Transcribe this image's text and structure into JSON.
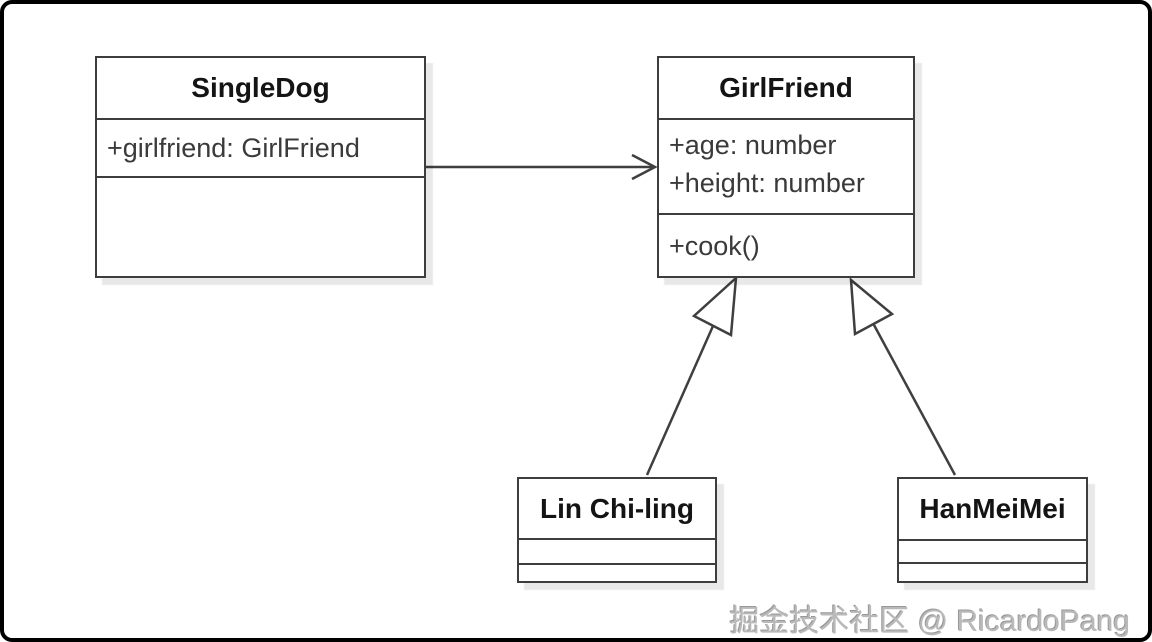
{
  "diagram": {
    "type": "uml-class-diagram",
    "classes": {
      "singledog": {
        "name": "SingleDog",
        "attr1": "+girlfriend: GirlFriend"
      },
      "girlfriend": {
        "name": "GirlFriend",
        "attr1": "+age: number",
        "attr2": "+height: number",
        "method1": "+cook()"
      },
      "linchiling": {
        "name": "Lin Chi-ling"
      },
      "hanmeimei": {
        "name": "HanMeiMei"
      }
    },
    "relations": [
      {
        "type": "association",
        "from": "SingleDog",
        "to": "GirlFriend"
      },
      {
        "type": "generalization",
        "from": "Lin Chi-ling",
        "to": "GirlFriend"
      },
      {
        "type": "generalization",
        "from": "HanMeiMei",
        "to": "GirlFriend"
      }
    ]
  },
  "watermark": "掘金技术社区 @ RicardoPang",
  "colors": {
    "line": "#3f3f3f",
    "box_border": "#3d3d3d",
    "box_fill": "#ffffff",
    "title_text": "#141414",
    "member_text": "#3a3a3a",
    "watermark_text": "#b9b9b9",
    "frame": "#000000",
    "background": "#ffffff"
  }
}
